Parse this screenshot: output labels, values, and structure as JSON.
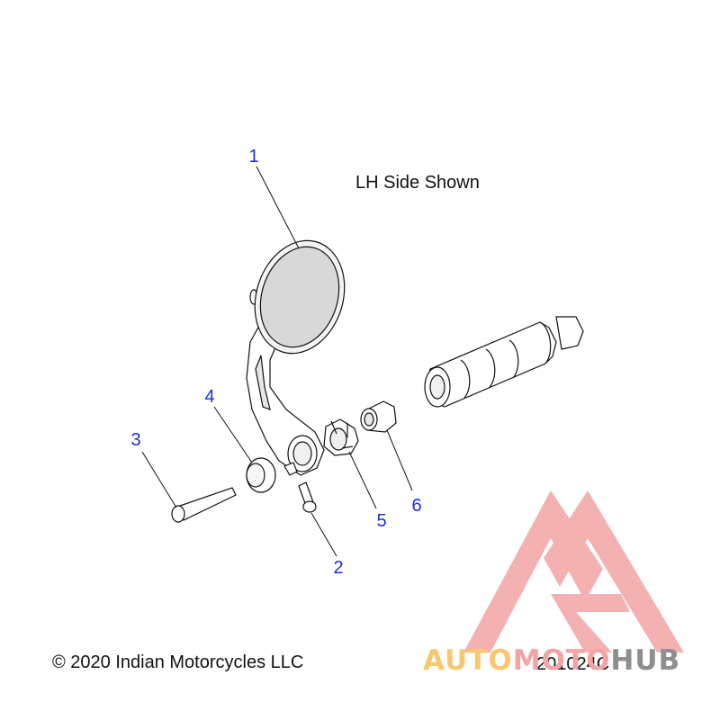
{
  "diagram": {
    "note": "LH Side Shown",
    "copyright": "© 2020 Indian Motorcycles LLC",
    "drawing_number": "201024C",
    "callouts": [
      "1",
      "2",
      "3",
      "4",
      "5",
      "6"
    ]
  },
  "watermark": {
    "part1": "AUTO",
    "part2": "MOTO",
    "part3": "HUB",
    "colors": {
      "logo": "#f3a4a4",
      "auto": "#f7c86f",
      "moto": "#f3a4a4",
      "hub": "#8e8e8e"
    }
  },
  "colors": {
    "callout": "#1a2fd6",
    "line": "#111111",
    "mirror_glass": "#d8d8d8"
  }
}
